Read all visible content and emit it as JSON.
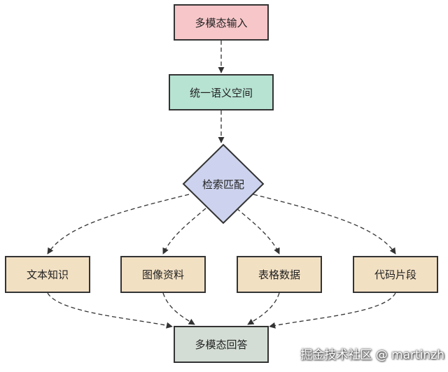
{
  "nodes": {
    "input": {
      "label": "多模态输入",
      "color": "#f7c6c9"
    },
    "semantic": {
      "label": "统一语义空间",
      "color": "#b7e3d3"
    },
    "retrieval": {
      "label": "检索匹配",
      "color": "#cdd3ee"
    },
    "text_knowledge": {
      "label": "文本知识",
      "color": "#f2e0c3"
    },
    "image_data": {
      "label": "图像资料",
      "color": "#f2e0c3"
    },
    "table_data": {
      "label": "表格数据",
      "color": "#f2e0c3"
    },
    "code_snippet": {
      "label": "代码片段",
      "color": "#f2e0c3"
    },
    "answer": {
      "label": "多模态回答",
      "color": "#d4ddd5"
    }
  },
  "watermark": "掘金技术社区 @ martinzh"
}
